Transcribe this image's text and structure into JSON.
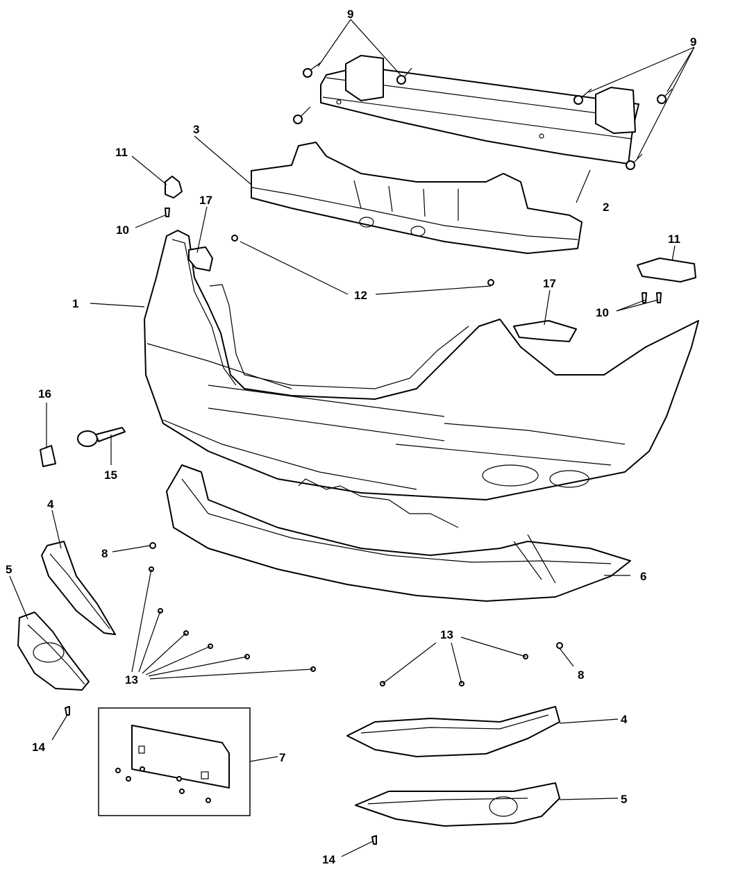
{
  "callouts": {
    "c1": "1",
    "c2": "2",
    "c3": "3",
    "c4a": "4",
    "c4b": "4",
    "c5a": "5",
    "c5b": "5",
    "c6": "6",
    "c7": "7",
    "c8a": "8",
    "c8b": "8",
    "c9a": "9",
    "c9b": "9",
    "c10a": "10",
    "c10b": "10",
    "c11a": "11",
    "c11b": "11",
    "c12": "12",
    "c13a": "13",
    "c13b": "13",
    "c14a": "14",
    "c14b": "14",
    "c15": "15",
    "c16": "16",
    "c17a": "17",
    "c17b": "17"
  }
}
